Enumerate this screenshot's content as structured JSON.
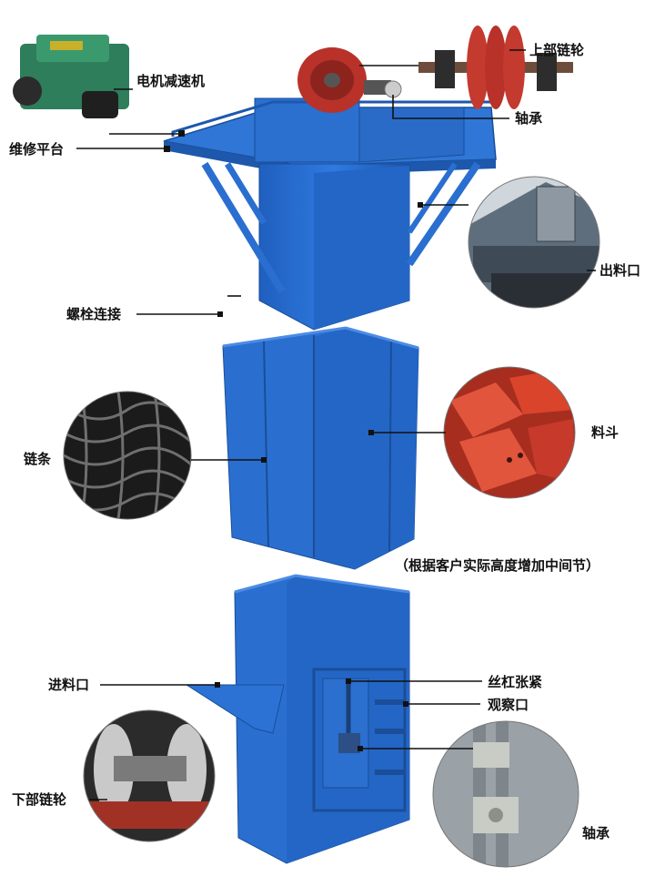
{
  "labels": {
    "motor_reducer": "电机减速机",
    "maintenance_platform": "维修平台",
    "upper_sprocket": "上部链轮",
    "bearing_top": "轴承",
    "outlet": "出料口",
    "bolt_connection": "螺栓连接",
    "chain": "链条",
    "bucket": "料斗",
    "middle_section_note": "（根据客户实际高度增加中间节）",
    "inlet": "进料口",
    "screw_tensioner": "丝杠张紧",
    "inspection_window": "观察口",
    "lower_sprocket": "下部链轮",
    "bearing_bottom": "轴承"
  },
  "colors": {
    "machine_blue": "#2a6fd0",
    "machine_blue_dark": "#1d58ad",
    "reducer_green": "#2e7d5b",
    "sprocket_red": "#c0392b",
    "bucket_red": "#d9442b",
    "chain_black": "#1b1b1b"
  },
  "icons": [
    "reducer-photo",
    "sprocket-shaft-photo",
    "outlet-photo",
    "chain-photo",
    "bucket-photo",
    "lower-sprocket-photo",
    "bearing-photo"
  ]
}
